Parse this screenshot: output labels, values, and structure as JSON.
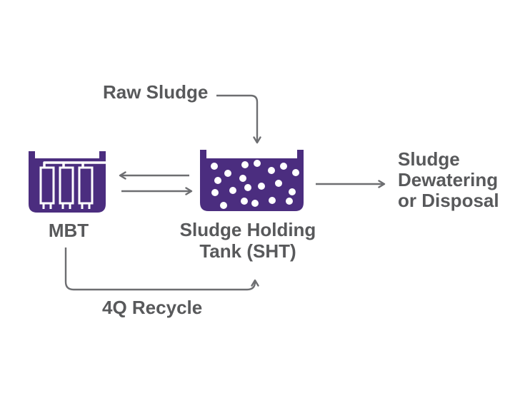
{
  "diagram": {
    "type": "process-flow",
    "colors": {
      "background": "#FFFFFF",
      "tank_fill": "#4B2D7F",
      "tank_detail": "#FFFFFF",
      "label_text": "#58595B",
      "arrow_stroke": "#6D6E71"
    },
    "nodes": {
      "mbt": {
        "icon": "membrane-bioreactor-tank-icon",
        "label": "MBT"
      },
      "sht": {
        "icon": "sludge-holding-tank-icon",
        "label_lines": [
          "Sludge Holding",
          "Tank (SHT)"
        ]
      }
    },
    "inputs": {
      "raw_sludge_label": "Raw Sludge"
    },
    "outputs": {
      "dewatering_label_lines": [
        "Sludge",
        "Dewatering",
        "or Disposal"
      ]
    },
    "recycle": {
      "label": "4Q Recycle"
    },
    "arrows": [
      {
        "name": "raw-sludge-to-sht",
        "from": "Raw Sludge",
        "to": "Sludge Holding Tank (SHT)",
        "direction": "down"
      },
      {
        "name": "sht-to-mbt",
        "from": "Sludge Holding Tank (SHT)",
        "to": "MBT",
        "direction": "left"
      },
      {
        "name": "mbt-to-sht",
        "from": "MBT",
        "to": "Sludge Holding Tank (SHT)",
        "direction": "right"
      },
      {
        "name": "sht-to-dewatering",
        "from": "Sludge Holding Tank (SHT)",
        "to": "Sludge Dewatering or Disposal",
        "direction": "right"
      },
      {
        "name": "mbt-recycle-to-sht",
        "from": "MBT",
        "to": "Sludge Holding Tank (SHT)",
        "label": "4Q Recycle",
        "direction": "up"
      }
    ]
  }
}
